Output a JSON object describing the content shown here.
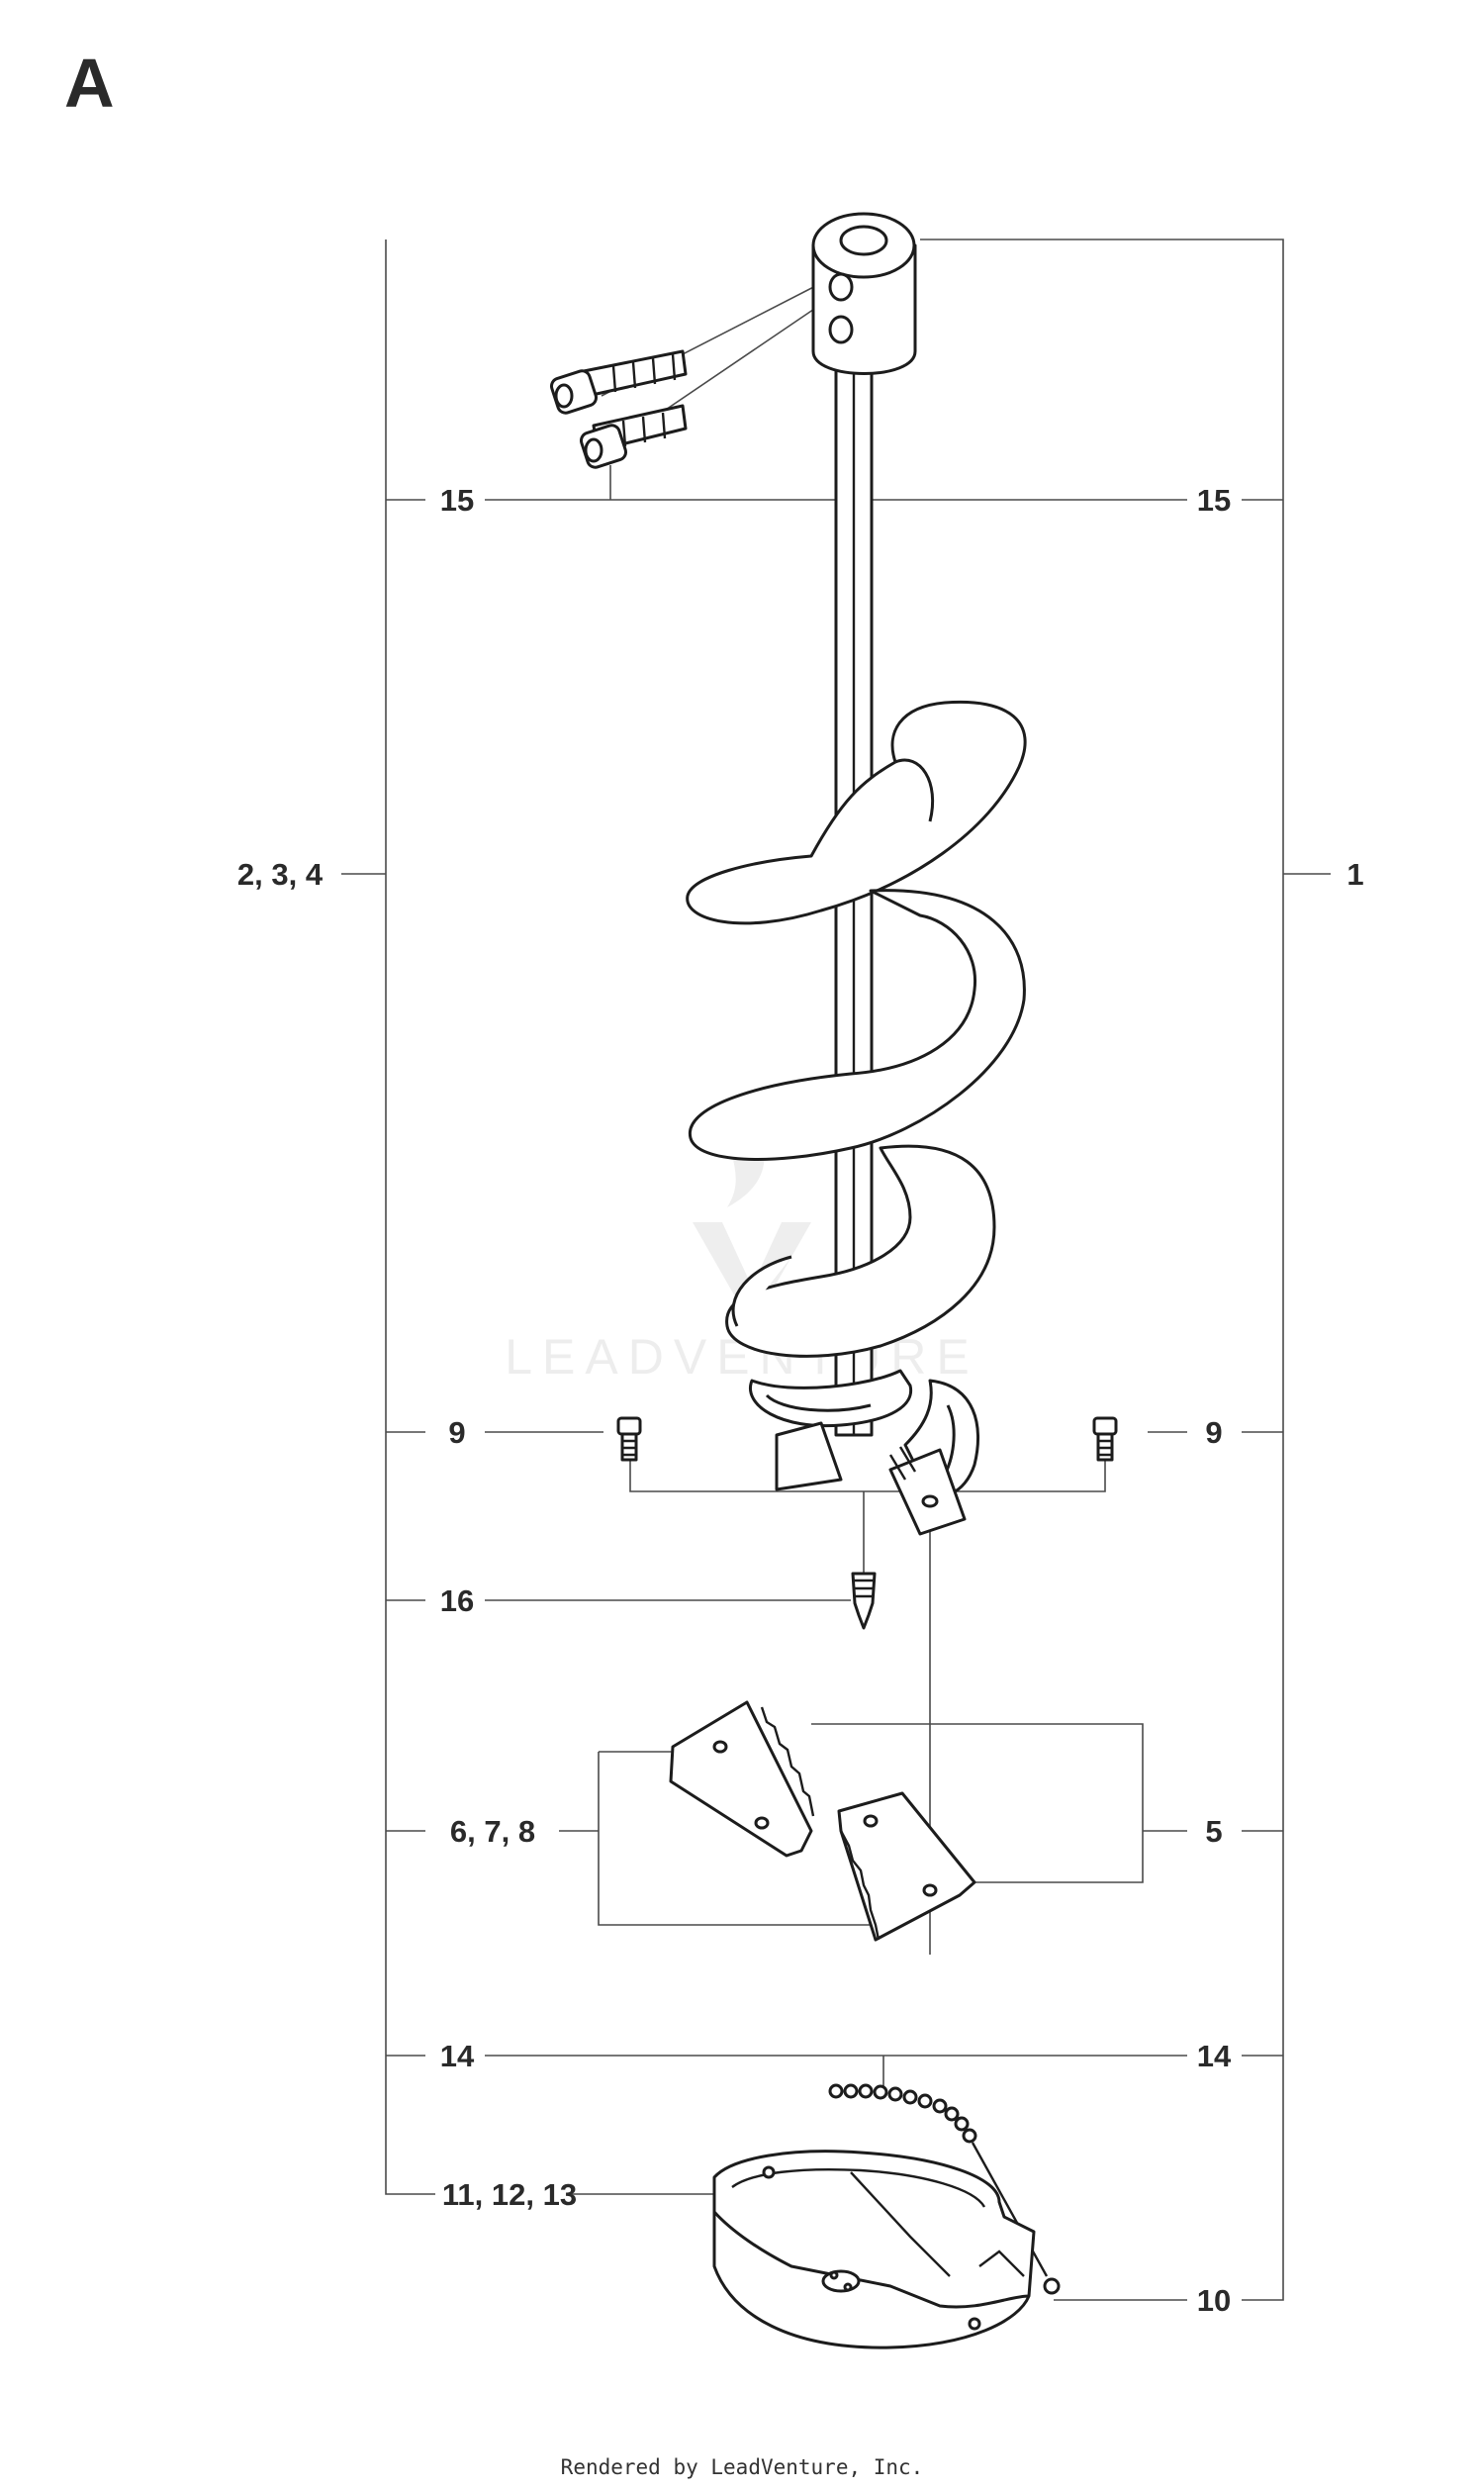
{
  "section_label": "A",
  "callouts": {
    "c15_left": "15",
    "c15_right": "15",
    "c234": "2, 3, 4",
    "c1": "1",
    "c9_left": "9",
    "c9_right": "9",
    "c16": "16",
    "c678": "6, 7, 8",
    "c5": "5",
    "c14_left": "14",
    "c14_right": "14",
    "c111213": "11, 12, 13",
    "c10": "10"
  },
  "watermark": "LEADVENTURE",
  "footer": "Rendered by LeadVenture, Inc."
}
